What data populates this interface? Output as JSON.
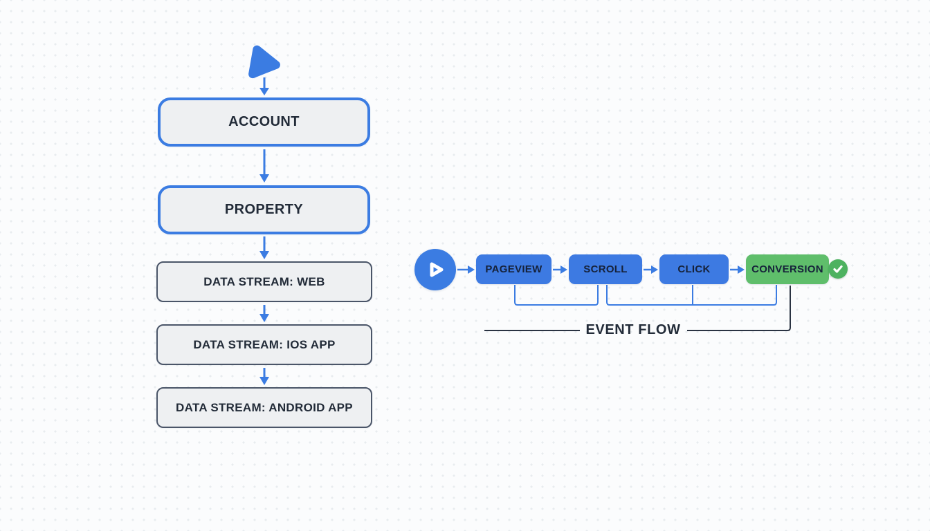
{
  "colors": {
    "background": "#fbfcfd",
    "dot_grid": "#e8ecef",
    "accent_blue": "#3b7ce2",
    "step_blue": "#3d7ae2",
    "step_green": "#5fbe6b",
    "badge_green": "#4db260",
    "node_fill": "#eef0f2",
    "secondary_border": "#4a5568",
    "text_dark": "#222b38",
    "connector_dark": "#2a3342"
  },
  "hierarchy_flow": {
    "start_icon": "play-triangle-icon",
    "nodes": [
      {
        "label": "ACCOUNT",
        "style": "primary"
      },
      {
        "label": "PROPERTY",
        "style": "primary"
      },
      {
        "label": "DATA STREAM: WEB",
        "style": "secondary"
      },
      {
        "label": "DATA STREAM: IOS APP",
        "style": "secondary"
      },
      {
        "label": "DATA STREAM: ANDROID APP",
        "style": "secondary"
      }
    ]
  },
  "event_flow": {
    "start_icon": "play-circle-icon",
    "steps": [
      {
        "label": "PAGEVIEW",
        "color": "blue"
      },
      {
        "label": "SCROLL",
        "color": "blue"
      },
      {
        "label": "CLICK",
        "color": "blue"
      },
      {
        "label": "CONVERSION",
        "color": "green",
        "badge": "check-icon"
      }
    ],
    "caption": "EVENT FLOW"
  }
}
